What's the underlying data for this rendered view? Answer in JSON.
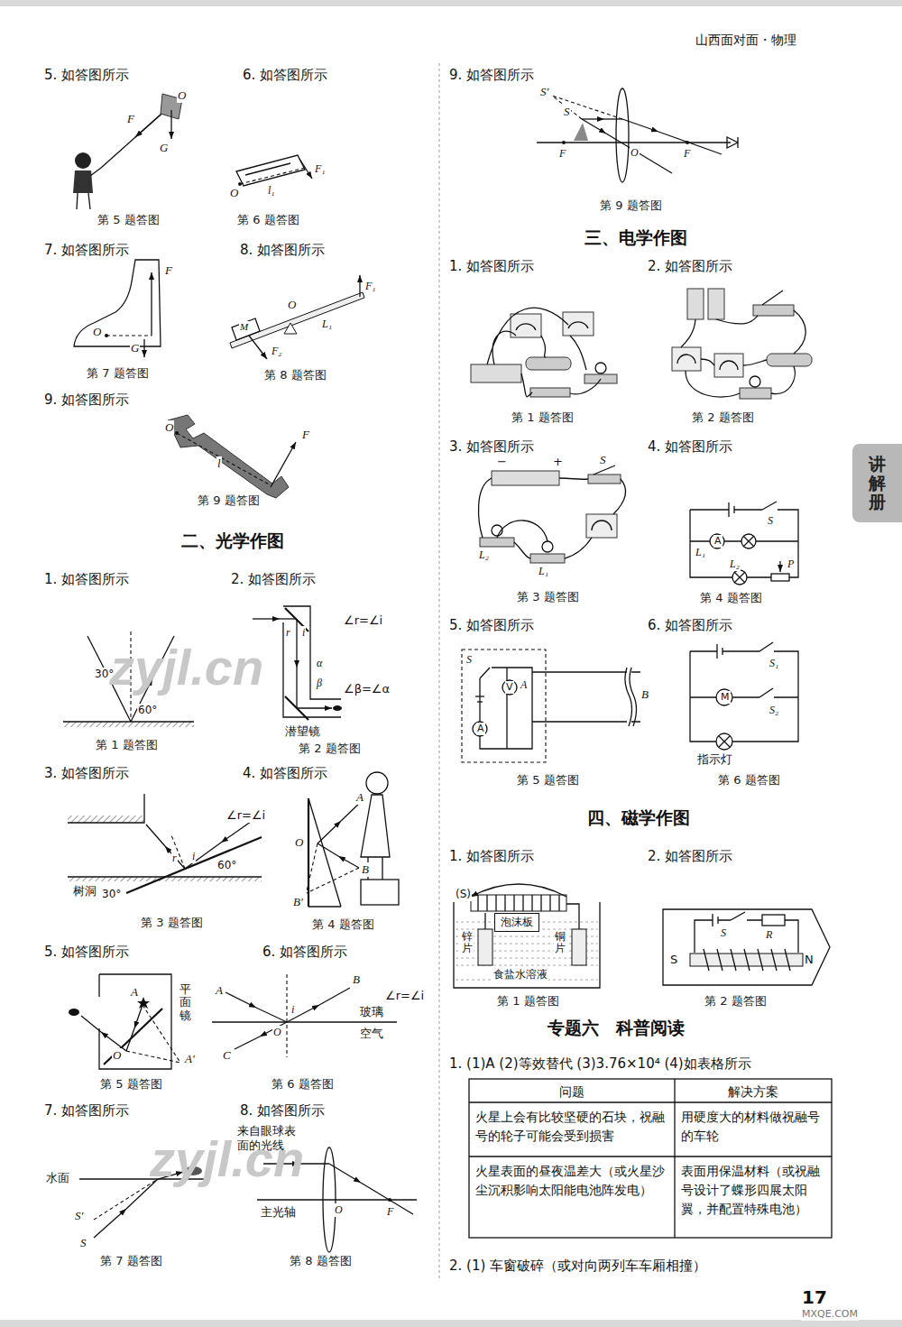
{
  "diagram": {
    "nodes": [
      {
        "text": [
          "讲解册"
        ]
      },
      {
        "text": [
          "泡沫板"
        ]
      }
    ],
    "labels": [
      "山西面对面・物理",
      "5. 如答图所示",
      "O",
      "F",
      "G",
      "第 5 题答图",
      "6. 如答图所示",
      "F₁",
      "O",
      "l₁",
      "第 6 题答图",
      "7. 如答图所示",
      "F",
      "O",
      "G",
      "第 7 题答图",
      "8. 如答图所示",
      "M",
      "O",
      "L₁",
      "F₁",
      "F₂",
      "第 8 题答图",
      "9. 如答图所示",
      "O",
      "F",
      "l",
      "第 9 题答图",
      "二、光学作图",
      "1. 如答图所示",
      "30°",
      "60°",
      "第 1 题答图",
      "2. 如答图所示",
      "r",
      "i",
      "∠r=∠i",
      "α",
      "β",
      "∠β=∠α",
      "潜望镜",
      "第 2 题答图",
      "3. 如答图所示",
      "∠r=∠i",
      "r",
      "i",
      "60°",
      "30°",
      "树洞",
      "第 3 题答图",
      "4. 如答图所示",
      "A",
      "O",
      "B",
      "B'",
      "第 4 题答图",
      "5. 如答图所示",
      "A",
      "O",
      "A'",
      "平面镜",
      "第 5 题答图",
      "6. 如答图所示",
      "A",
      "B",
      "C",
      "O",
      "i",
      "∠r=∠i",
      "玻璃",
      "空气",
      "第 6 题答图",
      "7. 如答图所示",
      "水面",
      "S'",
      "S",
      "第 7 题答图",
      "8. 如答图所示",
      "来自眼球表面的光线",
      "O",
      "F",
      "主光轴",
      "第 8 题答图",
      "9. 如答图所示",
      "S'",
      "S",
      "O",
      "F",
      "F",
      "第 9 题答图",
      "三、电学作图",
      "1. 如答图所示",
      "第 1 题答图",
      "2. 如答图所示",
      "第 2 题答图",
      "3. 如答图所示",
      "−",
      "+",
      "S",
      "L₁",
      "L₂",
      "第 3 题答图",
      "4. 如答图所示",
      "S",
      "A",
      "L₁",
      "L₂",
      "P",
      "第 4 题答图",
      "5. 如答图所示",
      "S",
      "V",
      "A",
      "A",
      "B",
      "第 5 题答图",
      "6. 如答图所示",
      "S₁",
      "M",
      "S₂",
      "指示灯",
      "第 6 题答图",
      "四、磁学作图",
      "1. 如答图所示",
      "(S)",
      "锌片",
      "铜片",
      "食盐水溶液",
      "第 1 题答图",
      "2. 如答图所示",
      "S",
      "R",
      "S",
      "N",
      "第 2 题答图",
      "专题六　科普阅读",
      "1. (1)A (2)等效替代 (3)3.76×10⁴ (4)如表格所示",
      "问题",
      "解决方案",
      "火星上会有比较坚硬的石块，祝融号的轮子可能会受到损害",
      "用硬度大的材料做祝融号的车轮",
      "火星表面的昼夜温差大（或火星沙尘沉积影响太阳能电池阵发电）",
      "表面用保温材料（或祝融号设计了蝶形四展太阳翼，并配置特殊电池）",
      "2. (1) 车窗破碎（或对向两列车车厢相撞）",
      "17",
      "zyjl.cn",
      "zyjl.cn",
      "MXQE.COM"
    ]
  }
}
